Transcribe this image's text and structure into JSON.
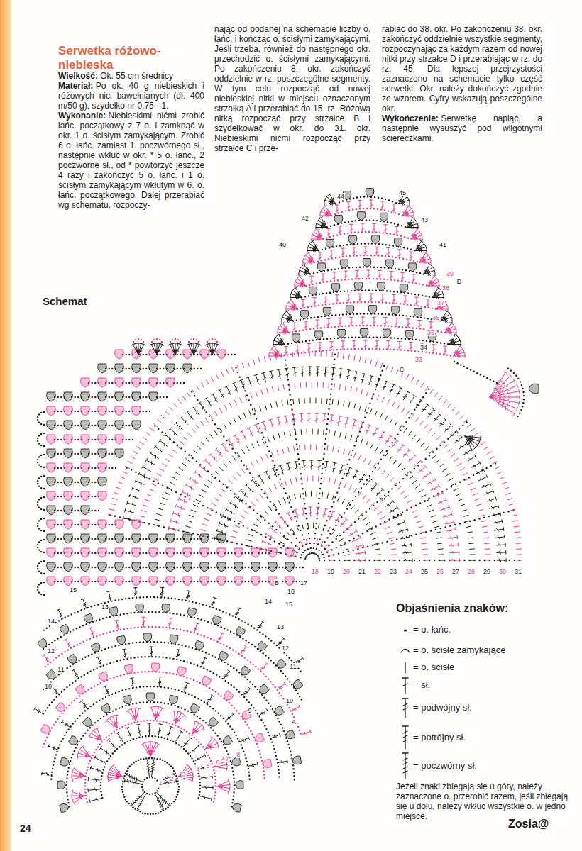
{
  "diagram": {
    "title": "Serwetka różowo-niebieska",
    "labels": [
      "Wielkość:",
      "Ok. 55 cm średnicy",
      "Materiał:",
      "Po ok. 40 g niebieskich i różowych nici bawełnianych (dł. 400 m/50 g), szydełko nr 0,75 - 1.",
      "Wykonanie:",
      "Niebieskimi nićmi zrobić łańc. początkowy z 7 o. i zamknąć w okr. 1 o. ścisłym zamykającym. Zrobić 6 o. łańc. zamiast 1. poczwórnego sł., następnie wkłuć w okr. * 5 o. łańc., 2 poczwórne sł., od * powtórzyć jeszcze 4 razy i zakończyć 5 o. łańc. i 1 o. ścisłym zamykającym wkłutym w 6. o. łańc. początkowego. Dalej przerabiać wg schematu, rozpoczy-",
      "nając od podanej na schemacie liczby o. łańc. i kończąc o. ścisłymi zamykającymi. Jeśli trzeba, również do następnego okr. przechodzić o. ścisłymi zamykającymi. Po zakończeniu 8. okr. zakończyć oddzielnie w rz. poszczególne segmenty. W tym celu rozpocząć od nowej niebieskiej nitki w miejscu oznaczonym strzałką A i przerabiać do 15. rz. Różową nitką rozpocząć przy strzałce B i szydełkować w okr. do 31. okr. Niebieskimi nićmi rozpocząć przy strzałce C i prze-",
      "rabiać do 38. okr. Po zakończeniu 38. okr. zakończyć oddzielnie wszystkie segmenty, rozpoczynając za każdym razem od nowej nitki przy strzałce D i przerabiając w rz. do rz. 45. Dla lepszej przejrzystości zaznaczono na schemacie tylko część serwetki. Okr. należy dokończyć zgodnie ze wzorem. Cyfry wskazują poszczególne okr.",
      "Wykończenie:",
      "Serwetkę napiąć, a następnie wysuszyć pod wilgotnymi ściereczkami.",
      "Schemat",
      "44",
      "45",
      "42",
      "43",
      "40",
      "41",
      "D",
      "39",
      "38",
      "37",
      "36",
      "35",
      "34",
      "33",
      "C",
      "18",
      "19",
      "20",
      "21",
      "22",
      "23",
      "24",
      "25",
      "26",
      "27",
      "28",
      "29",
      "30",
      "31",
      "B",
      "16",
      "17",
      "15",
      "14",
      "13",
      "12",
      "11",
      "10",
      "15",
      "14",
      "13",
      "12",
      "11",
      "10",
      "9",
      "A",
      "1",
      "2",
      "3",
      "4",
      "5",
      "6",
      "7",
      "8",
      "Objaśnienia znaków:",
      "Jeżeli znaki zbiegają się u góry, należy zaznaczone o. przerobić razem, jeśli zbiegają się u dołu, należy wkłuć wszystkie o. w jedno miejsce.",
      "24",
      "Zosia@"
    ],
    "legend": [
      {
        "text": "= o. łańc."
      },
      {
        "text": "= o. ścisłe zamykające"
      },
      {
        "text": "= o. ścisłe"
      },
      {
        "text": "= sł."
      },
      {
        "text": "= podwójny sł."
      },
      {
        "text": "= potrójny sł."
      },
      {
        "text": "= poczwórny sł."
      }
    ]
  }
}
